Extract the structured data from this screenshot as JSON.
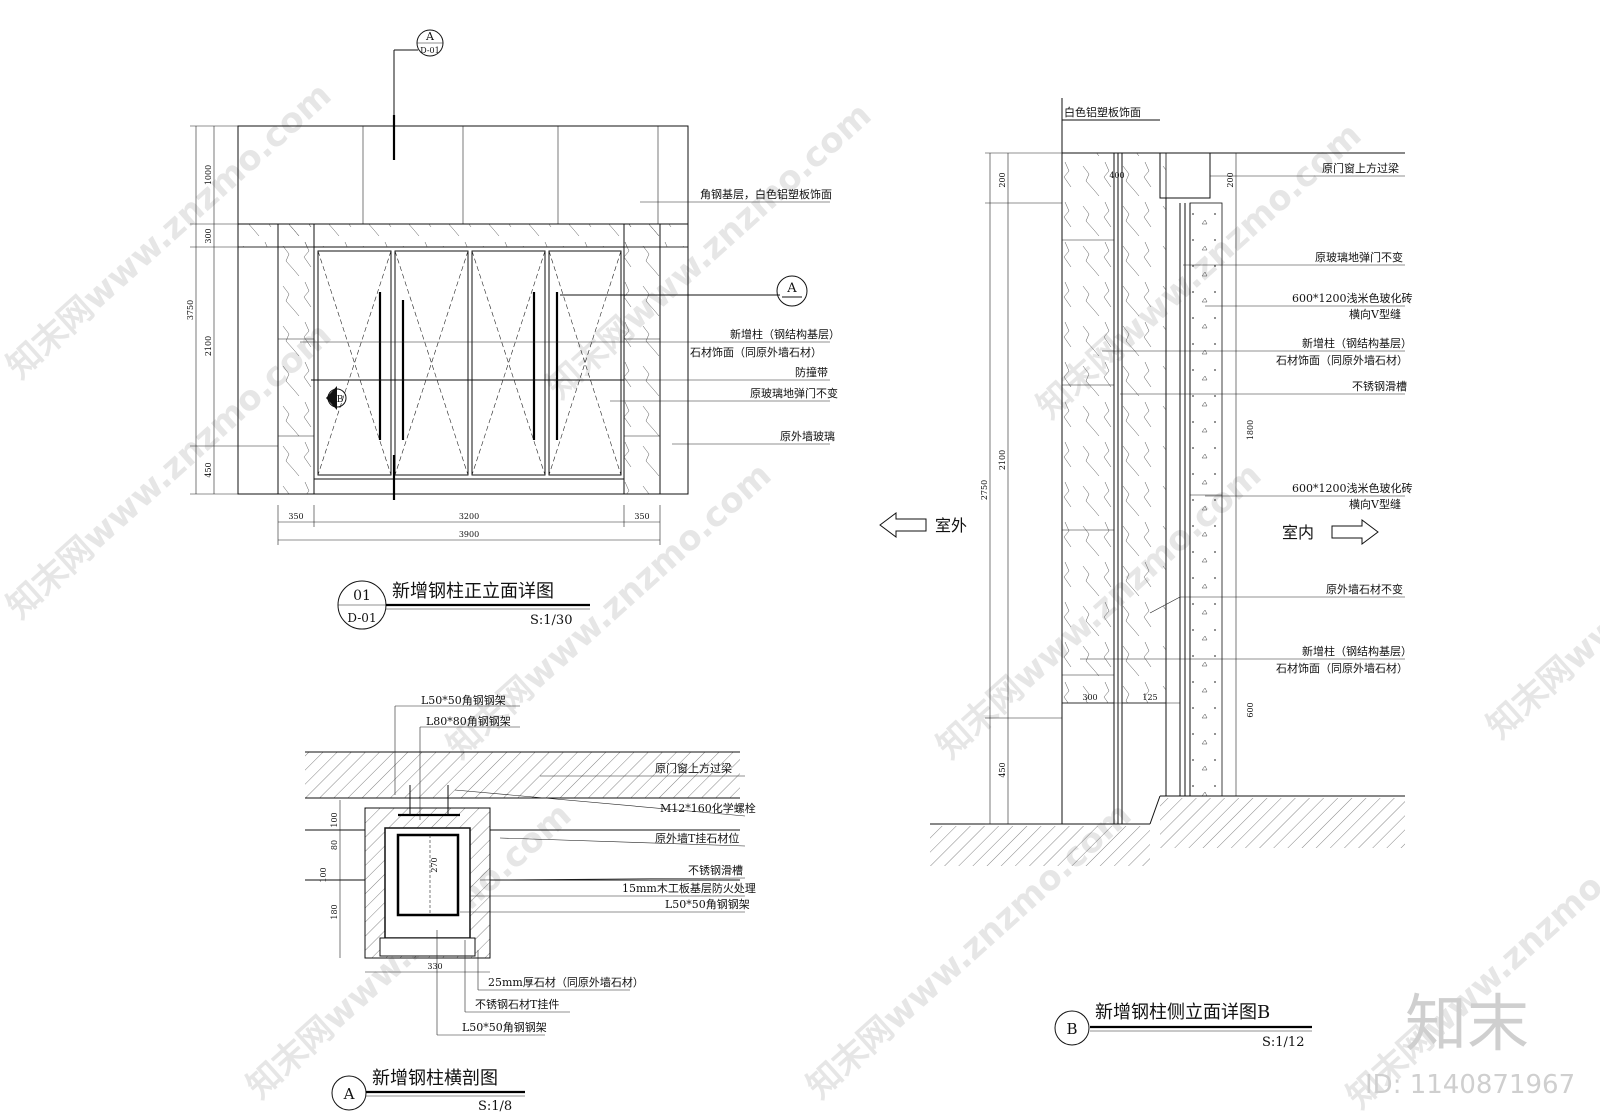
{
  "front_elevation": {
    "callout_top": {
      "letter": "A",
      "ref": "D-01"
    },
    "callout_side": {
      "letter": "A"
    },
    "callout_door": {
      "letter": "B"
    },
    "labels": [
      "角钢基层，白色铝塑板饰面",
      "新增柱（钢结构基层）",
      "石材饰面（同原外墙石材）",
      "防撞带",
      "原玻璃地弹门不变",
      "原外墙玻璃"
    ],
    "dims_v": [
      "1000",
      "300",
      "2100",
      "450",
      "3750"
    ],
    "dims_h": [
      "350",
      "3200",
      "350",
      "3900"
    ],
    "title": {
      "num": "01",
      "ref": "D-01",
      "text": "新增钢柱正立面详图",
      "scale": "S:1/30"
    }
  },
  "section": {
    "labels_top": [
      "L50*50角钢钢架",
      "L80*80角钢钢架"
    ],
    "labels_right": [
      "原门窗上方过梁",
      "M12*160化学螺栓",
      "原外墙T挂石材位",
      "不锈钢滑槽",
      "15mm木工板基层防火处理",
      "L50*50角钢钢架"
    ],
    "labels_bottom": [
      "25mm厚石材（同原外墙石材）",
      "不锈钢石材T挂件",
      "L50*50角钢钢架"
    ],
    "dims": [
      "100",
      "80",
      "100",
      "180",
      "270",
      "330"
    ],
    "title": {
      "letter": "A",
      "text": "新增钢柱横剖图",
      "scale": "S:1/8"
    }
  },
  "side_elevation": {
    "top_label": "白色铝塑板饰面",
    "labels": [
      "原门窗上方过梁",
      "原玻璃地弹门不变",
      "600*1200浅米色玻化砖",
      "横向V型缝",
      "新增柱（钢结构基层）",
      "石材饰面（同原外墙石材）",
      "不锈钢滑槽",
      "600*1200浅米色玻化砖",
      "横向V型缝",
      "原外墙石材不变",
      "新增柱（钢结构基层）",
      "石材饰面（同原外墙石材）"
    ],
    "outside": "室外",
    "inside": "室内",
    "dims": [
      "200",
      "2100",
      "450",
      "2750",
      "400",
      "200",
      "1800",
      "600",
      "300",
      "125"
    ],
    "title": {
      "letter": "B",
      "text": "新增钢柱侧立面详图B",
      "scale": "S:1/12"
    }
  },
  "watermark": {
    "text": "知末网www.znzmo.com",
    "brand": "知末",
    "id": "ID: 1140871967"
  }
}
